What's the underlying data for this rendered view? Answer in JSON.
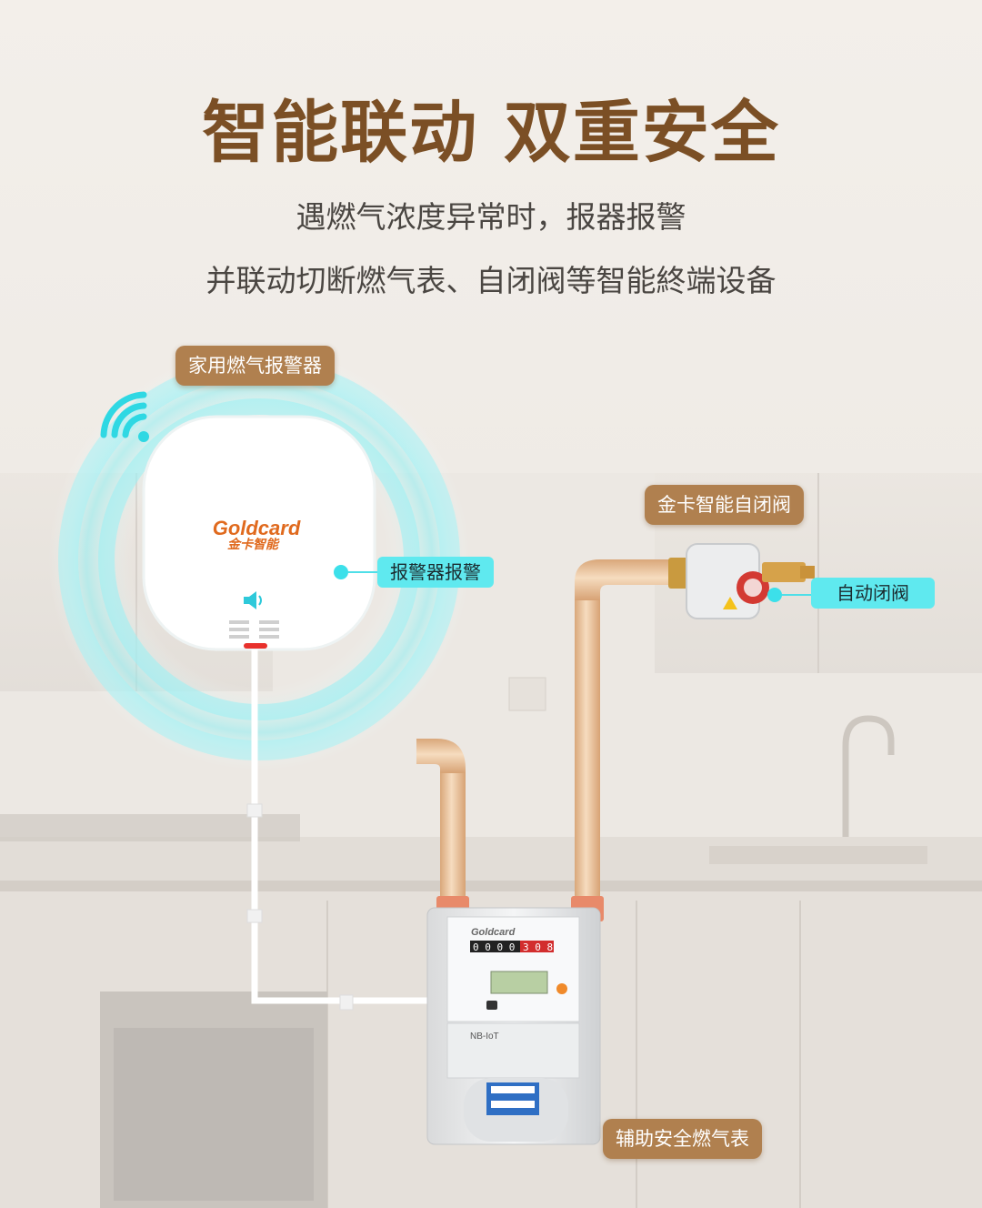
{
  "title": "智能联动 双重安全",
  "subtitle_1": "遇燃气浓度异常时，报器报警",
  "subtitle_2": "并联动切断燃气表、自闭阀等智能終端设备",
  "labels": {
    "alarm": "家用燃气报警器",
    "alarm_ring": "报警器报警",
    "valve": "金卡智能自闭阀",
    "auto_close": "自动闭阀",
    "meter": "辅助安全燃气表"
  },
  "alarm_device": {
    "brand": "Goldcard",
    "brand_cn": "金卡智能"
  },
  "meter_device": {
    "brand": "Goldcard",
    "model_label": "NB-IoT",
    "digits": [
      "0",
      "0",
      "0",
      "0",
      "3",
      "0",
      "8"
    ]
  },
  "colors": {
    "title": "#7b4f25",
    "tag": "#b0804f",
    "cyan": "#5fe9ef",
    "pipe": "#e9c59f"
  }
}
